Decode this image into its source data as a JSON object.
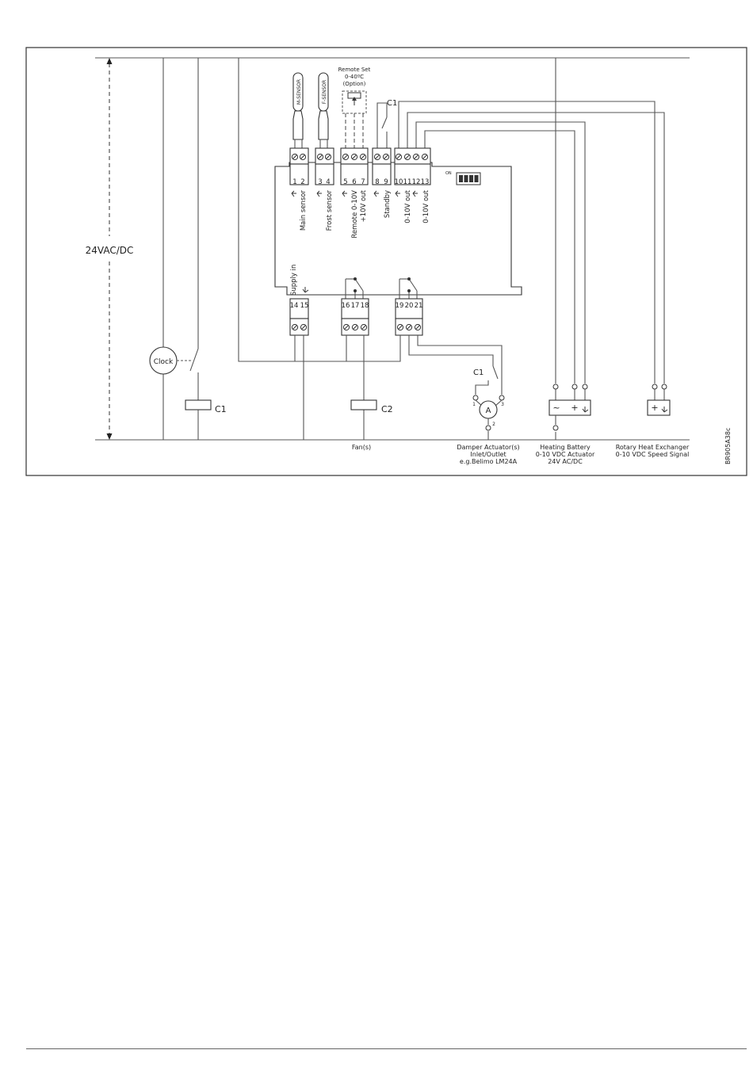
{
  "diagram": {
    "supply_voltage": "24VAC/DC",
    "remote_set": {
      "title": "Remote Set",
      "range": "0-40ºC",
      "option": "(Option)"
    },
    "sensors": {
      "main_tag": "M-SENSOR",
      "frost_tag": "F-SENSOR"
    },
    "terminals": {
      "t1": "1",
      "t2": "2",
      "t3": "3",
      "t4": "4",
      "t5": "5",
      "t6": "6",
      "t7": "7",
      "t8": "8",
      "t9": "9",
      "t10": "10",
      "t11": "11",
      "t12": "12",
      "t13": "13",
      "t14": "14",
      "t15": "15",
      "t16": "16",
      "t17": "17",
      "t18": "18",
      "t19": "19",
      "t20": "20",
      "t21": "21"
    },
    "terminal_labels": {
      "main_sensor": "Main sensor",
      "frost_sensor": "Frost sensor",
      "remote": "Remote 0-10V",
      "plus10": "+10V out",
      "standby": "Standby",
      "out1": "0-10V out",
      "out2": "0-10V out",
      "supply_in": "Supply in"
    },
    "dip_switch_label": "ON",
    "relays": {
      "c1": "C1",
      "c2": "C2"
    },
    "clock_label": "Clock",
    "actuator": {
      "symbol": "A",
      "pin1": "1",
      "pin2": "2",
      "pin3": "3",
      "line1": "Damper Actuator(s)",
      "line2": "Inlet/Outlet",
      "line3": "e.g.Belimo LM24A"
    },
    "fans_label": "Fan(s)",
    "heating": {
      "line1": "Heating Battery",
      "line2": "0-10 VDC Actuator",
      "line3": "24V AC/DC",
      "plus": "+",
      "tilde": "~"
    },
    "rotary": {
      "line1": "Rotary Heat Exchanger",
      "line2": "0-10 VDC Speed Signal",
      "plus": "+"
    },
    "drawing_code": "BR905A38c"
  }
}
